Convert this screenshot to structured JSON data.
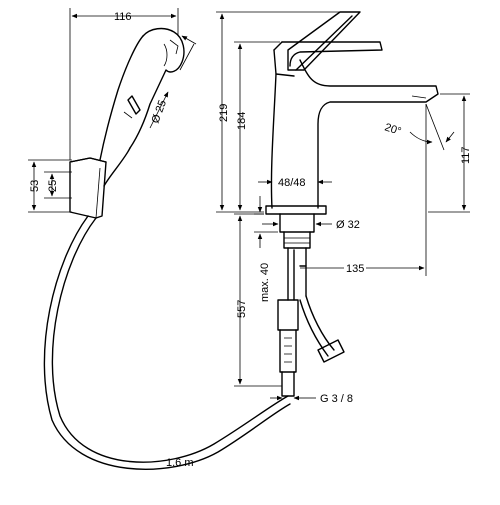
{
  "dimensions": {
    "spray_width": "116",
    "spray_diameter": "Ø 25",
    "holder_outer": "53",
    "holder_inner": "25",
    "hose_length": "1,6 m",
    "total_height": "219",
    "spout_height": "184",
    "spout_clearance": "117",
    "spout_angle": "20°",
    "hole_spacing": "48/48",
    "connector_diameter": "Ø 32",
    "spout_reach": "135",
    "max_thickness": "max. 40",
    "hose_drop": "557",
    "thread": "G 3 / 8"
  }
}
